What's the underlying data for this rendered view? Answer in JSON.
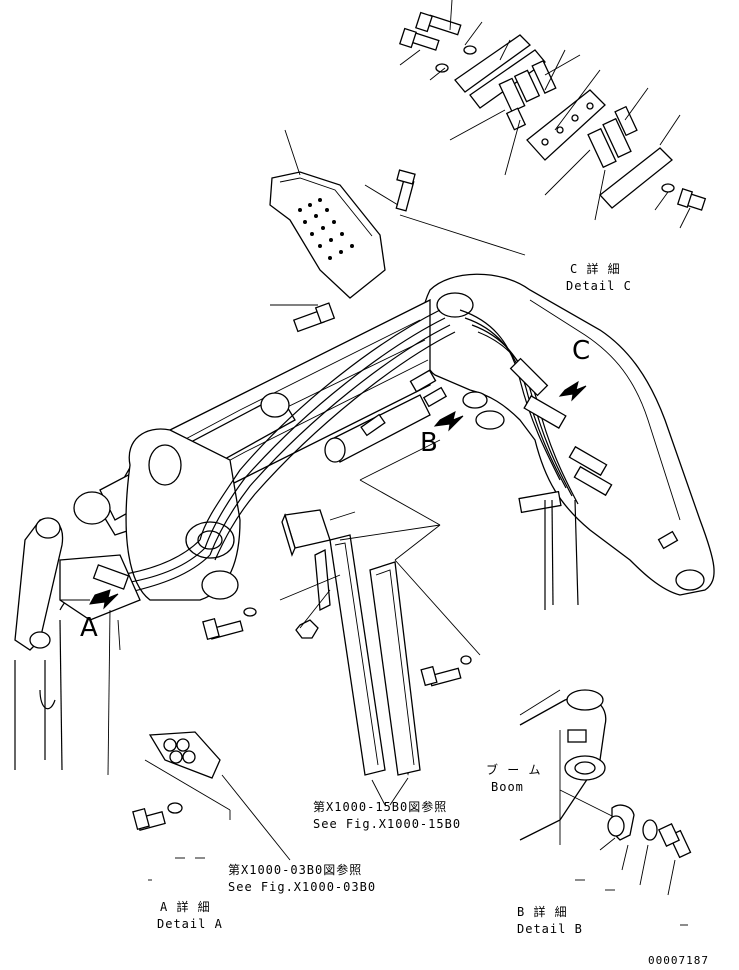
{
  "labels": {
    "detail_c_jp": "C 詳 細",
    "detail_c_en": "Detail C",
    "detail_a_jp": "A 詳 細",
    "detail_a_en": "Detail A",
    "detail_b_jp": "B 詳 細",
    "detail_b_en": "Detail B",
    "boom_jp": "ブ ー ム",
    "boom_en": "Boom",
    "ref1_jp": "第X1000-15B0図参照",
    "ref1_en": "See Fig.X1000-15B0",
    "ref2_jp": "第X1000-03B0図参照",
    "ref2_en": "See Fig.X1000-03B0",
    "view_a": "A",
    "view_b": "B",
    "view_c": "C",
    "drawing_number": "00007187"
  },
  "colors": {
    "ink": "#000000",
    "paper": "#ffffff"
  }
}
